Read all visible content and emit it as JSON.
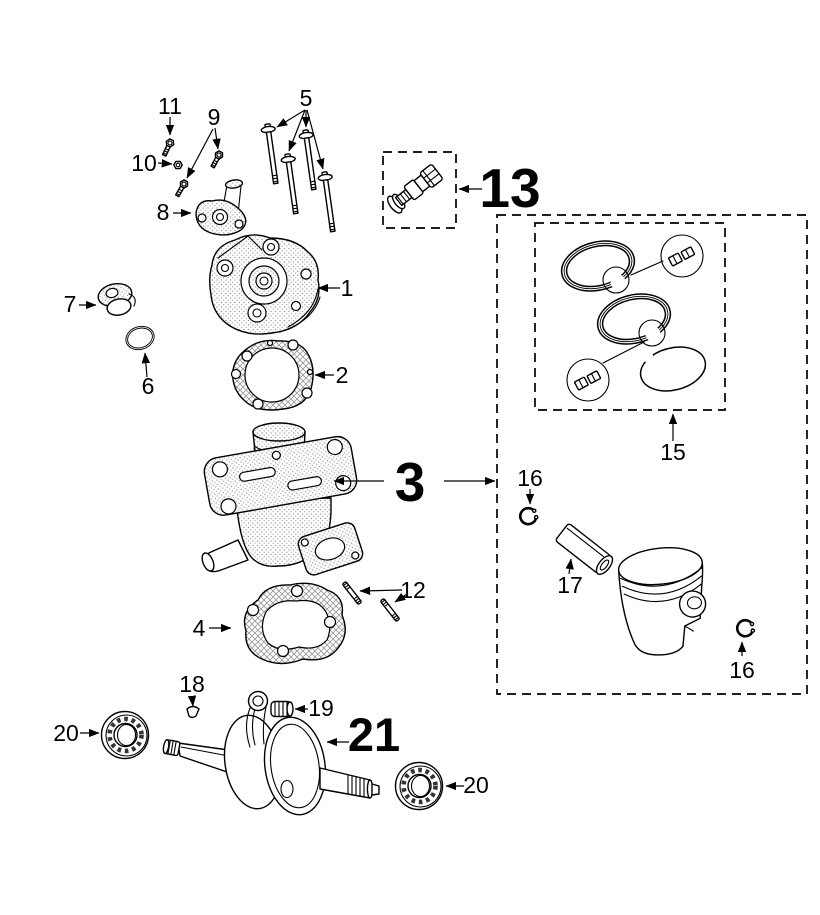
{
  "colors": {
    "background": "#ffffff",
    "ink": "#000000"
  },
  "callouts": {
    "c1": "1",
    "c2": "2",
    "c3": "3",
    "c4": "4",
    "c5": "5",
    "c6": "6",
    "c7": "7",
    "c8": "8",
    "c9": "9",
    "c10": "10",
    "c11": "11",
    "c12": "12",
    "c13": "13",
    "c15": "15",
    "c16_top": "16",
    "c16_bottom": "16",
    "c17": "17",
    "c18": "18",
    "c19": "19",
    "c20_left": "20",
    "c20_right": "20",
    "c21": "21"
  }
}
